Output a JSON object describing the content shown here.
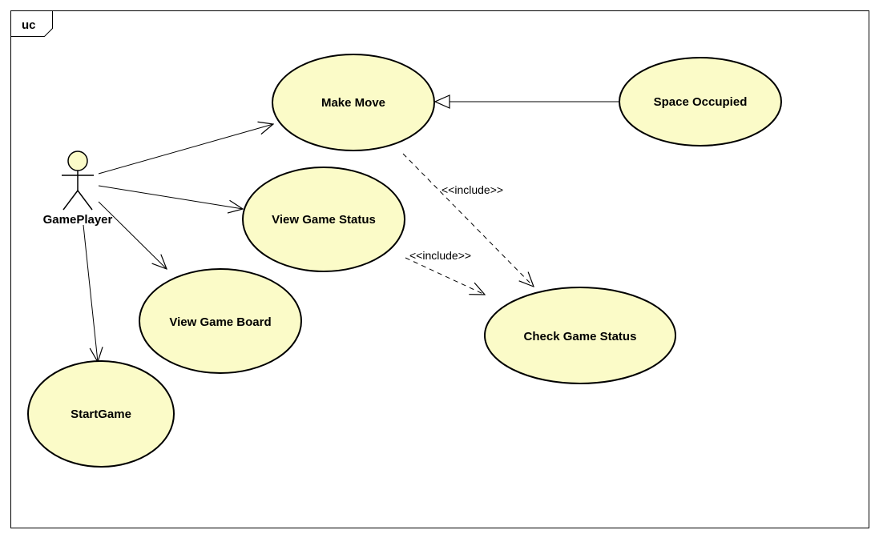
{
  "frame": {
    "label": "uc"
  },
  "actor": {
    "name": "GamePlayer"
  },
  "use_cases": {
    "make_move": "Make Move",
    "space_occupied": "Space Occupied",
    "view_game_status": "View Game Status",
    "view_game_board": "View Game Board",
    "start_game": "StartGame",
    "check_game_status": "Check Game Status"
  },
  "relationships": {
    "include_1": "<<include>>",
    "include_2": "<<include>>"
  },
  "colors": {
    "use_case_fill": "#fbfbc8",
    "actor_fill": "#fbfbc8",
    "stroke": "#000000"
  }
}
